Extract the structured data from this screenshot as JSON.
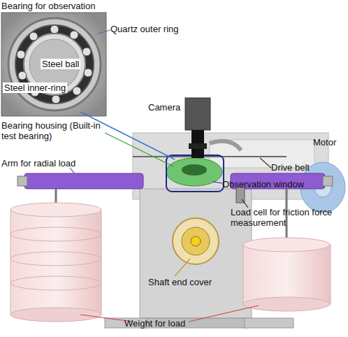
{
  "diagram": {
    "labels": [
      "Bearing  for observation",
      "Quartz outer ring",
      "Steel ball",
      "Steel inner-ring",
      "Camera",
      "Motor",
      "Bearing housing (Built-in test bearing)",
      "Drive belt",
      "Arm for radial load",
      "Observation window",
      "Load cell for friction force measurement",
      "Shaft end cover",
      "Weight for load"
    ]
  }
}
